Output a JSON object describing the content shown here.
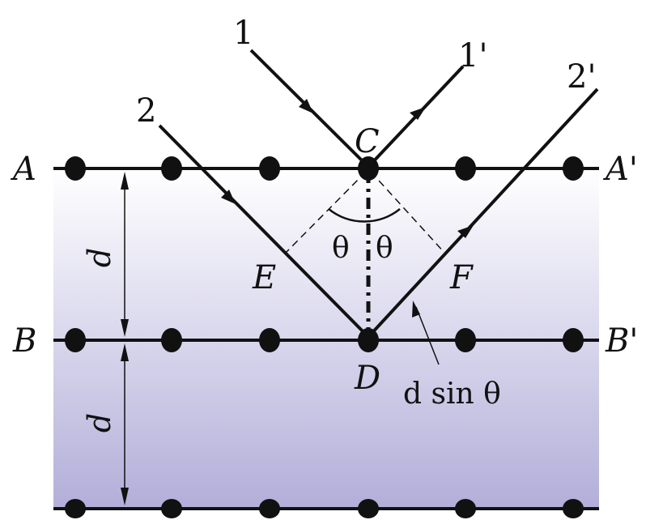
{
  "diagram": {
    "colors": {
      "ink": "#111111",
      "band_top": "#ffffff",
      "band_bottom": "#b2aed9"
    },
    "planes": [
      {
        "left": "A",
        "right": "A'"
      },
      {
        "left": "B",
        "right": "B'"
      },
      {
        "left": "",
        "right": ""
      }
    ],
    "rays": {
      "incident_1": "1",
      "reflected_1": "1'",
      "incident_2": "2",
      "reflected_2": "2'"
    },
    "points": {
      "C": "C",
      "D": "D",
      "E": "E",
      "F": "F"
    },
    "spacing_label": "d",
    "angle_symbol": "θ",
    "path_diff_label": "d sin θ"
  }
}
